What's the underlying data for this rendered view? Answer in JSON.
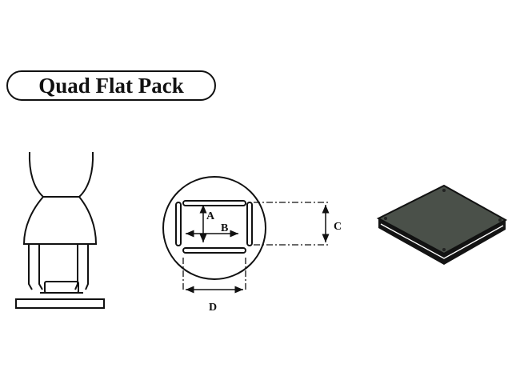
{
  "title": "Quad Flat Pack",
  "labels": {
    "a": "A",
    "b": "B",
    "c": "C",
    "d": "D"
  },
  "colors": {
    "line": "#111111",
    "chip_top": "#4a5049"
  }
}
